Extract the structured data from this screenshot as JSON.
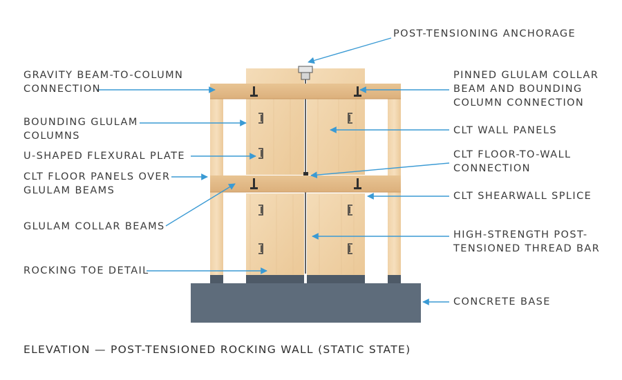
{
  "labels": {
    "post_tensioning_anchorage": "POST-TENSIONING ANCHORAGE",
    "gravity_beam_connection_1": "GRAVITY BEAM-TO-COLUMN",
    "gravity_beam_connection_2": "CONNECTION",
    "bounding_columns_1": "BOUNDING GLULAM",
    "bounding_columns_2": "COLUMNS",
    "u_shaped_plate": "U-SHAPED FLEXURAL PLATE",
    "clt_floor_panels_1": "CLT FLOOR PANELS OVER",
    "clt_floor_panels_2": "GLULAM BEAMS",
    "glulam_collar_beams": "GLULAM COLLAR BEAMS",
    "rocking_toe_detail": "ROCKING TOE DETAIL",
    "pinned_collar_1": "PINNED GLULAM COLLAR",
    "pinned_collar_2": "BEAM AND BOUNDING",
    "pinned_collar_3": "COLUMN CONNECTION",
    "clt_wall_panels": "CLT WALL PANELS",
    "clt_floor_to_wall_1": "CLT FLOOR-TO-WALL",
    "clt_floor_to_wall_2": "CONNECTION",
    "clt_shearwall_splice": "CLT SHEARWALL SPLICE",
    "thread_bar_1": "HIGH-STRENGTH POST-",
    "thread_bar_2": "TENSIONED THREAD BAR",
    "concrete_base": "CONCRETE BASE"
  },
  "caption": "ELEVATION — POST-TENSIONED ROCKING WALL (STATIC STATE)",
  "colors": {
    "leader": "#3a9ad4",
    "wood_light": "#f3d8b2",
    "wood_mid": "#e9c597",
    "wood_dark": "#d8ad78",
    "concrete": "#5e6c7b",
    "steel": "#2f2f2f",
    "text": "#3a3a3a"
  }
}
